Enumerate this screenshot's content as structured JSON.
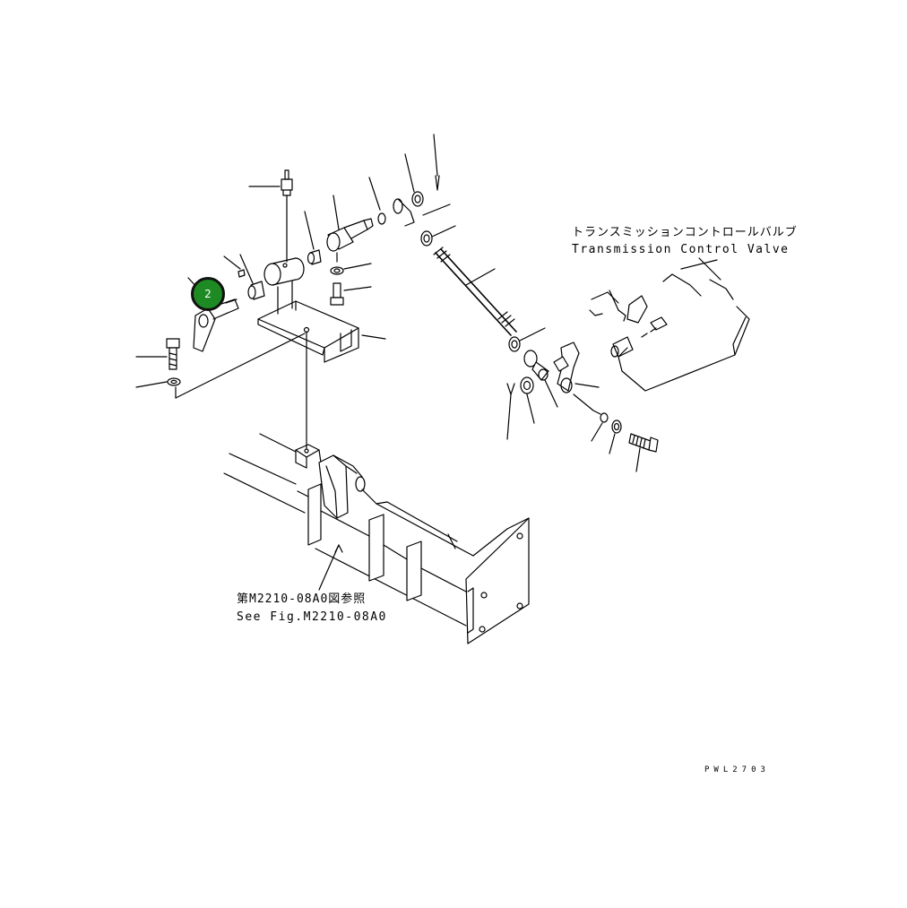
{
  "callouts": [
    {
      "number": "2",
      "color": "#1e8a24"
    }
  ],
  "labels": {
    "transmission_jp": "トランスミッションコントロールバルブ",
    "transmission_en": "Transmission Control Valve",
    "see_fig_jp": "第M2210-08A0図参照",
    "see_fig_en": "See Fig.M2210-08A0",
    "drawing_code": "PWL2703"
  }
}
